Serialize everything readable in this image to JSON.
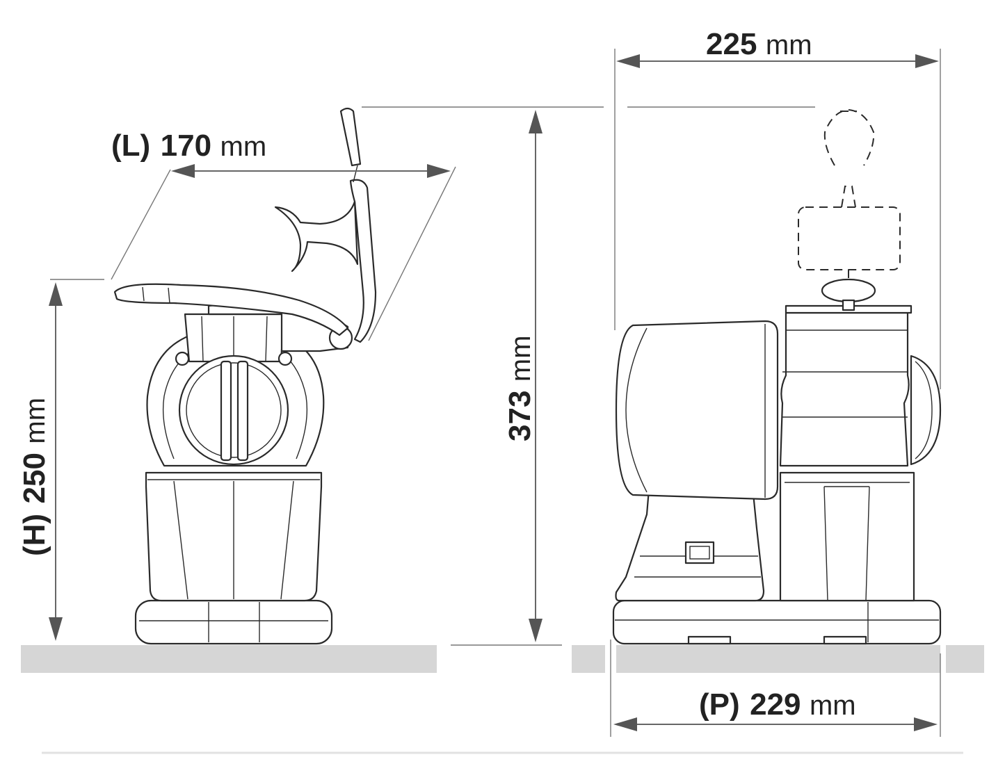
{
  "dimensions": {
    "length": {
      "prefix": "(L)",
      "value": "170",
      "unit": "mm"
    },
    "height": {
      "prefix": "(H)",
      "value": "250",
      "unit": "mm"
    },
    "total_height": {
      "value": "373",
      "unit": "mm"
    },
    "width": {
      "value": "225",
      "unit": "mm"
    },
    "depth": {
      "prefix": "(P)",
      "value": "229",
      "unit": "mm"
    }
  },
  "colors": {
    "line": "#2a2a2a",
    "dimension_arrow": "#555555",
    "ground": "#d6d6d6",
    "background": "#ffffff"
  }
}
